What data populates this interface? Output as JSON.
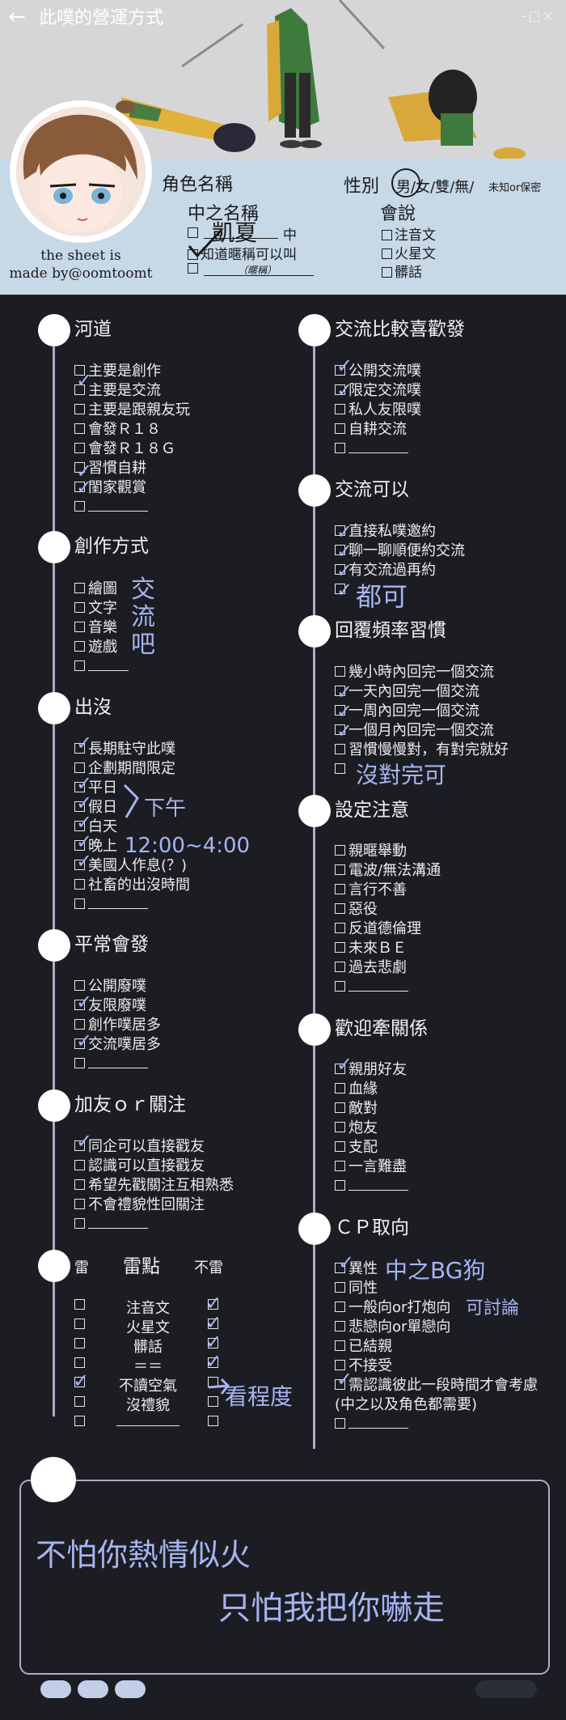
{
  "topbar": {
    "back_glyph": "←",
    "title": "此噗的營運方式",
    "window_controls": "–□×"
  },
  "profile": {
    "credit_line1": "the sheet is",
    "credit_line2": "made by@oomtoomt",
    "name_label": "角色名稱",
    "gender_label": "性別",
    "gender_options": "男/女/雙/無/",
    "gender_extra": "未知or保密",
    "inner_label": "中之名稱",
    "inner_name": "凱夏",
    "inner_suffix": "中",
    "inner_option2": "知道暱稱可以叫",
    "nickname_hint": "（暱稱）",
    "speaks_label": "會說",
    "speaks_options": [
      "注音文",
      "火星文",
      "髒話"
    ]
  },
  "sections": {
    "hedao": {
      "title": "河道",
      "items": [
        "主要是創作",
        "主要是交流",
        "主要是跟親友玩",
        "會發Ｒ１８",
        "會發Ｒ１８Ｇ",
        "習慣自耕",
        "閨家觀賞"
      ]
    },
    "create": {
      "title": "創作方式",
      "items": [
        "繪圖",
        "文字",
        "音樂",
        "遊戲"
      ],
      "note": "交流吧"
    },
    "appear": {
      "title": "出沒",
      "items": [
        "長期駐守此噗",
        "企劃期間限定",
        "平日",
        "假日",
        "白天",
        "晚上",
        "美國人作息(？)",
        "社畜的出沒時間"
      ],
      "note1": "下午",
      "note2": "12:00~4:00"
    },
    "posts": {
      "title": "平常會發",
      "items": [
        "公開廢噗",
        "友限廢噗",
        "創作噗居多",
        "交流噗居多"
      ]
    },
    "follow": {
      "title": "加友ｏｒ關注",
      "items": [
        "同企可以直接戳友",
        "認識可以直接戳友",
        "希望先戳關注互相熟悉",
        "不會禮貌性回關注"
      ]
    },
    "mines": {
      "mine_label": "雷",
      "header": "雷點",
      "notmine_label": "不雷",
      "items": [
        "注音文",
        "火星文",
        "髒話",
        "＝＝",
        "不讀空氣",
        "沒禮貌"
      ],
      "note": "看程度"
    },
    "prefer": {
      "title": "交流比較喜歡發",
      "items": [
        "公開交流噗",
        "限定交流噗",
        "私人友限噗",
        "自耕交流"
      ]
    },
    "okay": {
      "title": "交流可以",
      "items": [
        "直接私噗邀約",
        "聊一聊順便約交流",
        "有交流過再約"
      ],
      "note": "都可"
    },
    "reply": {
      "title": "回覆頻率習慣",
      "items": [
        "幾小時內回完一個交流",
        "一天內回完一個交流",
        "一周內回完一個交流",
        "一個月內回完一個交流",
        "習慣慢慢對，有對完就好"
      ],
      "note": "沒對完可"
    },
    "settings": {
      "title": "設定注意",
      "items": [
        "親暱舉動",
        "電波/無法溝通",
        "言行不善",
        "惡役",
        "反道德倫理",
        "未來ＢＥ",
        "過去悲劇"
      ]
    },
    "relations": {
      "title": "歡迎牽關係",
      "items": [
        "親朋好友",
        "血緣",
        "敵對",
        "炮友",
        "支配",
        "一言難盡"
      ]
    },
    "cp": {
      "title": "ＣＰ取向",
      "items": [
        "異性",
        "同性",
        "一般向or打炮向",
        "悲戀向or單戀向",
        "已結親",
        "不接受",
        "需認識彼此一段時間才會考慮",
        "(中之以及角色都需要)"
      ],
      "note1": "中之BG狗",
      "note2": "可討論"
    }
  },
  "closing": {
    "line1": "不怕你熱情似火",
    "line2": "只怕我把你嚇走"
  },
  "colors": {
    "bg": "#1c1d22",
    "accent_timeline": "#b9a6c8",
    "handwriting": "#a7b4f2",
    "profile_bg": "#c7d8e7"
  }
}
